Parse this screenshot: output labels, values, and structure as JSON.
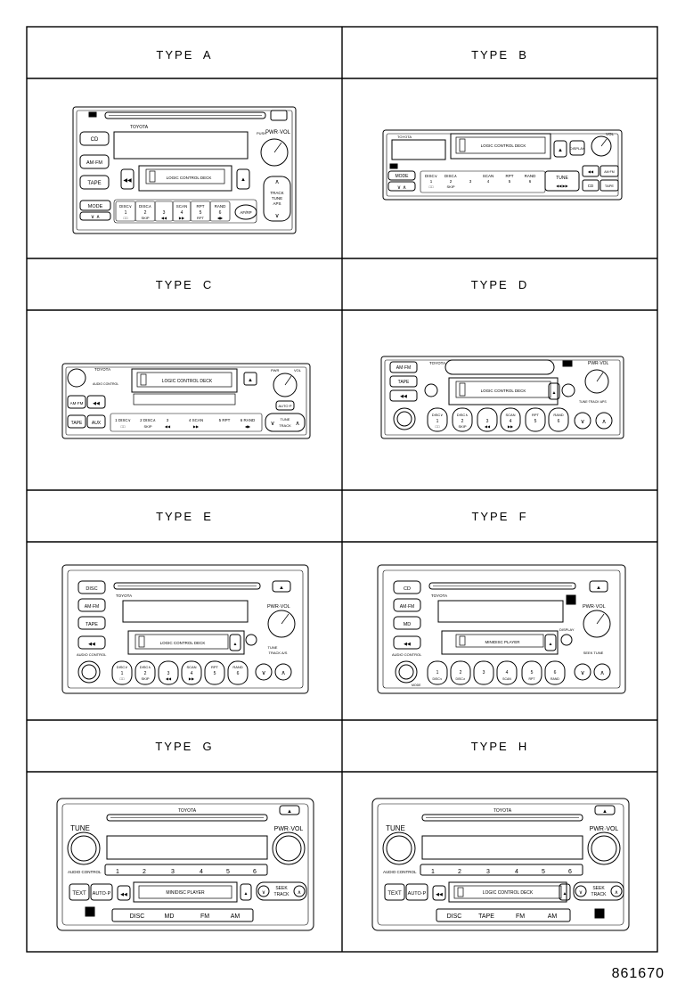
{
  "catalog_code": "861670",
  "types": [
    {
      "title": "TYPE  A",
      "labels": {
        "brand": "TOYOTA",
        "deck": "LOGIC CONTROL DECK",
        "pwr": "PWR·VOL",
        "push": "PUSH",
        "cd": "CD",
        "am": "AM·FM",
        "tape": "TAPE",
        "mode": "MODE",
        "disc_dn": "DISC∨",
        "disc_up": "DISC∧",
        "scan": "SCAN",
        "rpt": "RPT",
        "rand": "RAND",
        "skip": "SKIP",
        "track": "TRACK",
        "tune": "TUNE",
        "aps": "APS",
        "afrp": "AF/RP"
      }
    },
    {
      "title": "TYPE  B",
      "labels": {
        "brand": "TOYOTA",
        "deck": "LOGIC CONTROL DECK",
        "vol": "VOL",
        "mode": "MODE",
        "disc_dn": "DISC∨",
        "disc_up": "DISC∧",
        "scan": "SCAN",
        "rpt": "RPT",
        "rand": "RAND",
        "tune": "TUNE",
        "cd": "CD",
        "tape": "TAPE",
        "amfm": "AM·FM",
        "display": "DISPLAY",
        "skip": "SKIP"
      }
    },
    {
      "title": "TYPE  C",
      "labels": {
        "brand": "TOYOTA",
        "deck": "LOGIC  CONTROL  DECK",
        "amfm": "AM·FM",
        "tape": "TAPE",
        "aux": "AUX",
        "audio": "AUDIO CONTROL",
        "pwr": "PWR",
        "vol": "VOL",
        "disc_dn": "1 DISC∨",
        "disc_up": "2 DISC∧",
        "k3": "3",
        "scan": "4 SCAN",
        "rpt": "5 RPT",
        "rand": "6 RAND",
        "skip": "SKIP",
        "autop": "AUTO·P",
        "tune": "TUNE",
        "track": "TRACK"
      }
    },
    {
      "title": "TYPE  D",
      "labels": {
        "brand": "TOYOTA",
        "deck": "LOGIC CONTROL DECK",
        "amfm": "AM·FM",
        "tape": "TAPE",
        "pwr": "PWR·VOL",
        "disc_dn": "DISC∨",
        "disc_up": "DISC∧",
        "scan": "SCAN",
        "rpt": "RPT",
        "rand": "RAND",
        "tune": "TUNE·TRACK·APS",
        "skip": "SKIP",
        "k3": "3"
      }
    },
    {
      "title": "TYPE  E",
      "labels": {
        "brand": "TOYOTA",
        "deck": "LOGIC CONTROL DECK",
        "disc": "DISC",
        "amfm": "AM·FM",
        "tape": "TAPE",
        "pwr": "PWR·VOL",
        "audio": "AUDIO  CONTROL",
        "disc_dn": "DISC∨",
        "disc_up": "DISC∧",
        "scan": "SCAN",
        "rpt": "RPT",
        "rand": "RAND",
        "tune": "TUNE",
        "track": "TRACK A/S",
        "skip": "SKIP",
        "k3": "3"
      }
    },
    {
      "title": "TYPE  F",
      "labels": {
        "brand": "TOYOTA",
        "deck": "MINIDISC PLAYER",
        "cd": "CD",
        "amfm": "AM·FM",
        "md": "MD",
        "pwr": "PWR·VOL",
        "audio": "AUDIO  CONTROL",
        "display": "DISPLAY",
        "seek": "SEEK TUNE",
        "k1": "1",
        "k2": "2",
        "k3": "3",
        "k4": "4",
        "k5": "5",
        "k6": "6",
        "disc_dn": "DISC∨",
        "disc_up": "DISC∧",
        "scan": "SCAN",
        "rpt": "RPT",
        "rand": "RAND",
        "mode": "MODE"
      }
    },
    {
      "title": "TYPE  G",
      "labels": {
        "brand": "TOYOTA",
        "deck": "MINIDISC PLAYER",
        "tune": "TUNE",
        "pwr": "PWR·VOL",
        "audio": "AUDIO CONTROL",
        "text": "TEXT",
        "autop": "AUTO·P",
        "seek": "SEEK",
        "track": "TRACK",
        "disc": "DISC",
        "md": "MD",
        "fm": "FM",
        "am": "AM",
        "k1": "1",
        "k2": "2",
        "k3": "3",
        "k4": "4",
        "k5": "5",
        "k6": "6"
      }
    },
    {
      "title": "TYPE  H",
      "labels": {
        "brand": "TOYOTA",
        "deck": "LOGIC  CONTROL  DECK",
        "tune": "TUNE",
        "pwr": "PWR·VOL",
        "audio": "AUDIO CONTROL",
        "text": "TEXT",
        "autop": "AUTO·P",
        "seek": "SEEK",
        "track": "TRACK",
        "disc": "DISC",
        "tape": "TAPE",
        "fm": "FM",
        "am": "AM",
        "k1": "1",
        "k2": "2",
        "k3": "3",
        "k4": "4",
        "k5": "5",
        "k6": "6"
      }
    }
  ]
}
